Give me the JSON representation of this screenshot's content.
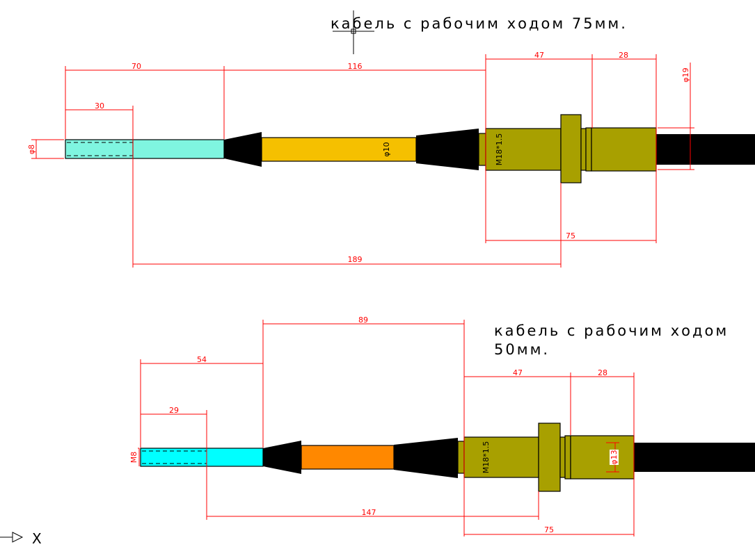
{
  "drawing": {
    "top": {
      "title": "кабель с рабочим ходом 75мм.",
      "dims": {
        "d70": "70",
        "d116": "116",
        "d47": "47",
        "d28": "28",
        "phi19": "φ19",
        "d30": "30",
        "phi8": "φ8",
        "phi10": "φ10",
        "thread": "M18*1.5",
        "d75": "75",
        "d189": "189"
      },
      "colors": {
        "rod": "#7ff5e0",
        "tube": "#f5c000",
        "fitting": "#a8a000"
      }
    },
    "bottom": {
      "title_line1": "кабель с рабочим ходом",
      "title_line2": "50мм.",
      "dims": {
        "d89": "89",
        "d54": "54",
        "d29": "29",
        "d47": "47",
        "d28": "28",
        "m8": "M8",
        "thread": "M18*1.5",
        "phi13": "φ13",
        "d147": "147",
        "d75": "75"
      },
      "colors": {
        "rod": "#00ffff",
        "tube": "#ff8800",
        "fitting": "#a8a000"
      }
    },
    "ucs": {
      "axis_label": "X"
    }
  }
}
